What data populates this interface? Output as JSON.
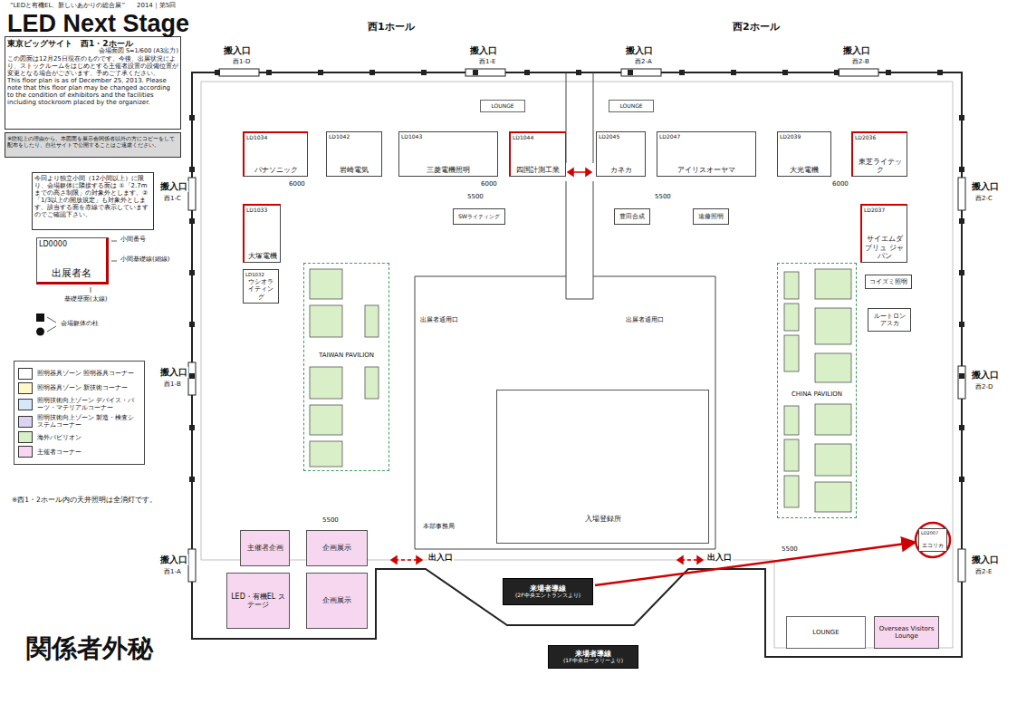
{
  "diagram": {
    "title": "LED Next Stage",
    "nodes": [
      {
        "text": [
          "東京ビッグサイト　西1・2ホール",
          "会場面図 S=1/600 (A3出力)",
          "この図面は12月25日現在のものです。今後、出展状況により、ストックルームをはじめとする主催者設置の設備位置が変更となる場合がございます。予めご了承ください。",
          "This floor plan is as of December 25, 2013. Please note that this floor plan may be changed according to the condition of exhibitors and the facilities including stockroom placed by the organizer."
        ]
      },
      {
        "text": [
          "※防犯上の理由から、本図面を展示会関係者以外の方にコピーをして配布をしたり、自社サイトで公開することはご遠慮ください。"
        ]
      },
      {
        "text": [
          "今回より独立小間（12小間以上）に限り、会場躯体に隣接する面は ①「2.7mまでの高さ制限」の対象外とします。②「1/3以上の開放規定」も対象外とします。該当する面を赤線で表示していますのでご確認下さい。"
        ]
      },
      {
        "text": [
          "LD0000",
          "出展者名"
        ]
      },
      {
        "text": [
          "LD1034",
          "パナソニック"
        ]
      },
      {
        "text": [
          "LD1042",
          "岩崎電気"
        ]
      },
      {
        "text": [
          "LD1043",
          "三菱電機照明"
        ]
      },
      {
        "text": [
          "LD1044",
          "四国計測工業"
        ]
      },
      {
        "text": [
          "LOUNGE"
        ]
      },
      {
        "text": [
          "LOUNGE"
        ]
      },
      {
        "text": [
          "LD2045",
          "カネカ"
        ]
      },
      {
        "text": [
          "LD2047",
          "アイリスオーヤマ"
        ]
      },
      {
        "text": [
          "LD2039",
          "大光電機"
        ]
      },
      {
        "text": [
          "LD2036",
          "東芝ライテック"
        ]
      },
      {
        "text": [
          "LD1033",
          "大塚電機"
        ]
      },
      {
        "text": [
          "LD1032",
          "ウシオライティング"
        ]
      },
      {
        "text": [
          "SWライティング"
        ]
      },
      {
        "text": [
          "豊田合成"
        ]
      },
      {
        "text": [
          "遠藤照明"
        ]
      },
      {
        "text": [
          "LD2037",
          "サイエムダブリュ ジャパン"
        ]
      },
      {
        "text": [
          "コイズミ照明"
        ]
      },
      {
        "text": [
          "ルートロン アスカ"
        ]
      },
      {
        "text": [
          "TAIWAN PAVILION"
        ]
      },
      {
        "text": [
          "CHINA PAVILION"
        ]
      },
      {
        "text": [
          "入場登録所"
        ]
      },
      {
        "text": [
          "主催者企画"
        ]
      },
      {
        "text": [
          "企画展示"
        ]
      },
      {
        "text": [
          "LED・有機EL ステージ"
        ]
      },
      {
        "text": [
          "企画展示"
        ]
      },
      {
        "text": [
          "LOUNGE"
        ]
      },
      {
        "text": [
          "Overseas Visitors Lounge"
        ]
      },
      {
        "text": [
          "LD2007",
          "エコリカ"
        ]
      },
      {
        "text": [
          "来場者導線",
          "(2F中央エントランスより)"
        ]
      },
      {
        "text": [
          "来場者導線",
          "(1F中央ロータリーより)"
        ]
      }
    ],
    "edges": [
      {
        "from": 32,
        "to": 31,
        "arrow": "to"
      }
    ],
    "labels": [
      "“LEDと有機EL、新しいあかりの総合展”",
      "2014｜第5回",
      "西1ホール",
      "西2ホール",
      "搬入口",
      "西1-D",
      "搬入口",
      "西1-E",
      "搬入口",
      "西2-A",
      "搬入口",
      "西2-B",
      "搬入口",
      "西2-C",
      "搬入口",
      "西2-D",
      "搬入口",
      "西2-E",
      "搬入口",
      "西1-C",
      "搬入口",
      "西1-B",
      "搬入口",
      "西1-A",
      "小間番号",
      "小間基礎線(細線)",
      "基礎壁面(太線)",
      "会場躯体の柱",
      "6000",
      "6000",
      "6000",
      "5500",
      "5500",
      "5500",
      "5500",
      "出展者通用口",
      "出展者通用口",
      "本部事務局",
      "出入口",
      "出入口",
      "※西1・2ホール内の天井照明は全消灯です。",
      "関係者外秘"
    ],
    "legend": [
      {
        "text": "照明器具ゾーン 照明器具コーナー",
        "color": "#ffffff"
      },
      {
        "text": "照明器具ゾーン 新技術コーナー",
        "color": "#fff8c8"
      },
      {
        "text": "照明技術向上ゾーン デバイス・パーツ・マテリアルコーナー",
        "color": "#d4e8f7"
      },
      {
        "text": "照明技術向上ゾーン 製造・検査システムコーナー",
        "color": "#dcd3f2"
      },
      {
        "text": "海外パビリオン",
        "color": "#d8efc8"
      },
      {
        "text": "主催者コーナー",
        "color": "#f7d7ef"
      }
    ]
  }
}
